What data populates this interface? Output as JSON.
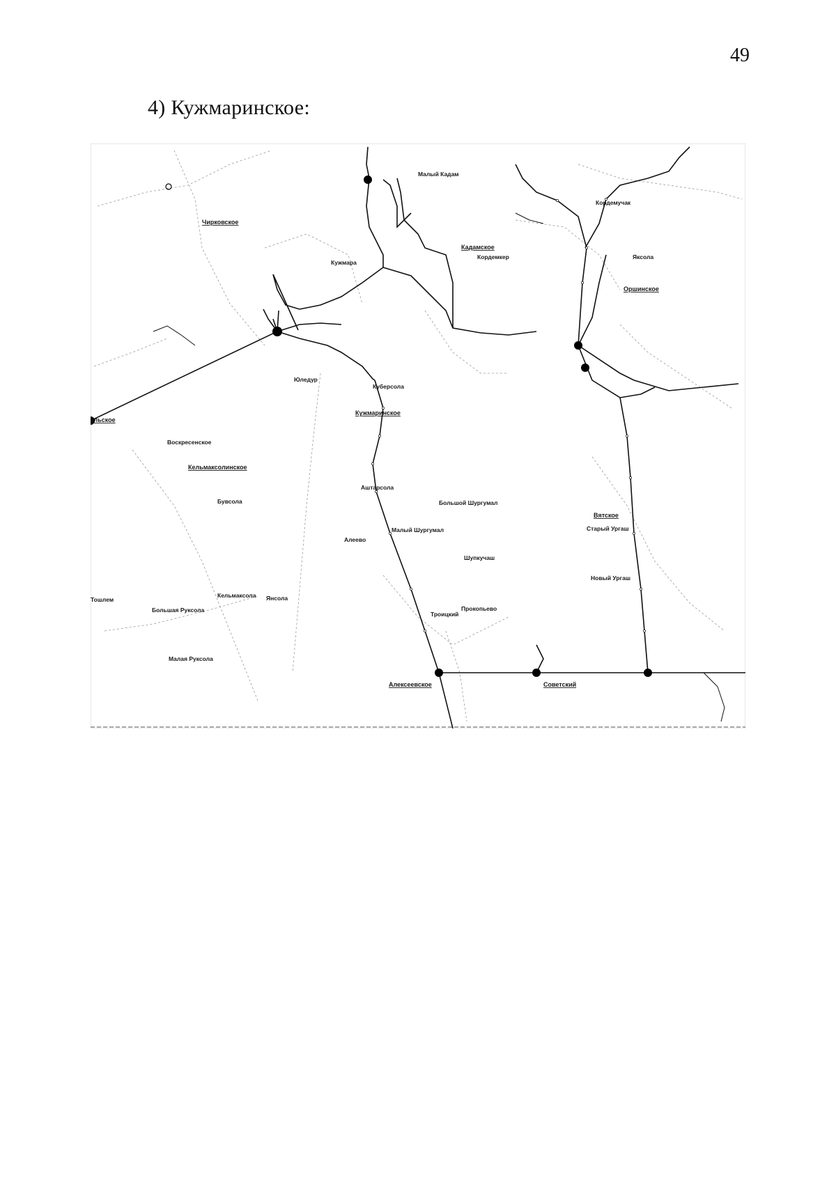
{
  "page": {
    "number": "49",
    "heading": "4) Кужмаринское:"
  },
  "map": {
    "areas": {
      "chirkovskoe": "Чирковское",
      "kadamskoe": "Кадамское",
      "orshinskoe": "Оршинское",
      "kuzhmarinskoe": "Кужмаринское",
      "kelmaksolinskoe": "Кельмаксолинское",
      "vyatskoe": "Вятское",
      "alekseevskoe": "Алексеевское",
      "sovetsky": "Советский",
      "left_edge": "ільское"
    },
    "villages": {
      "maly_kadam": "Малый Кадам",
      "kordemuchak": "Кордемучак",
      "yaksola": "Яксола",
      "kordemker": "Кордемкер",
      "kuzhmara": "Кужмара",
      "kubersola": "Кубер­сола",
      "yuledur": "Юледур",
      "voskresenskoe": "Воскресенское",
      "buvsola": "Бувсола",
      "avtarsola": "Аштарсола",
      "bolshoy_shurgumal": "Большой Шургумал",
      "maly_shurgumal": "Малый Шургумал",
      "aleevo": "Алеево",
      "shupkuchash": "Шупкучаш",
      "stary_urgash": "Старый Ургаш",
      "novy_urgash": "Новый Ургаш",
      "kelmaksola": "Кельмаксола",
      "yansola": "Янсола",
      "bolshaya_ruksola": "Большая Руксола",
      "malaya_ruksola": "Малая Руксола",
      "toshlem": "Тошлем",
      "troitskiy": "Троицкий",
      "prokopevo": "Прокопьево"
    },
    "colors": {
      "line": "#111111",
      "road": "#9a9a9a",
      "substation": "#000000"
    },
    "icons": [
      "substation-icon",
      "village-marker-icon"
    ]
  }
}
